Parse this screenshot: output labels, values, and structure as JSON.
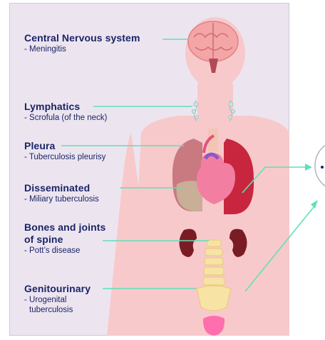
{
  "labels": [
    {
      "heading": "Central Nervous system",
      "sub": "- Meningitis"
    },
    {
      "heading": "Lymphatics",
      "sub": "- Scrofula (of the neck)"
    },
    {
      "heading": "Pleura",
      "sub": "- Tuberculosis pleurisy"
    },
    {
      "heading": "Disseminated",
      "sub": "- Miliary tuberculosis"
    },
    {
      "heading_line1": "Bones and joints",
      "heading_line2": "of spine",
      "sub": "- Pott’s disease"
    },
    {
      "heading": "Genitourinary",
      "sub_line1": "- Urogenital",
      "sub_line2": "tuberculosis"
    }
  ],
  "colors": {
    "body": "#f8c9cb",
    "background": "#ece5f0",
    "leader_line": "#5fe0b8",
    "text": "#1b2466",
    "brain": "#f4a6a6",
    "lung_right": "#c8263e",
    "heart": "#f27fa2",
    "kidney": "#7a1c24",
    "spine": "#f7e3a4",
    "bladder": "#ff6fae"
  }
}
